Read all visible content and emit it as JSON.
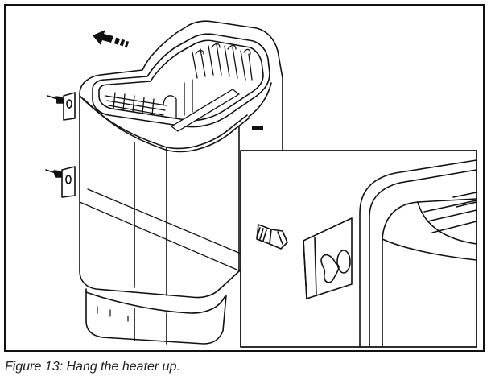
{
  "figure": {
    "caption": "Figure 13: Hang the heater up.",
    "drawing": "sauna-heater-wall-mounting-illustration",
    "detail_inset": "bolt-and-keyhole-bracket-detail"
  }
}
